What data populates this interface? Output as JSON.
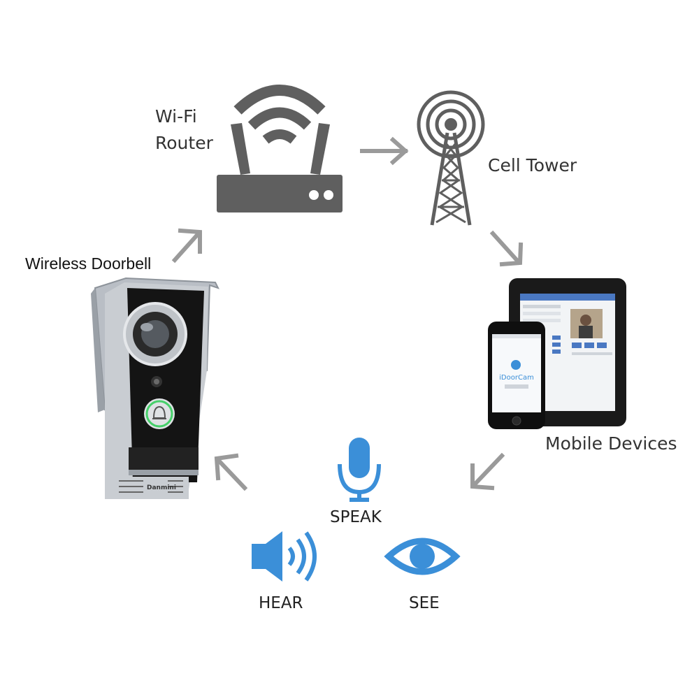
{
  "labels": {
    "router_line1": "Wi-Fi",
    "router_line2": "Router",
    "cell_tower": "Cell Tower",
    "wireless_doorbell": "Wireless Doorbell",
    "mobile_devices": "Mobile Devices",
    "speak": "SPEAK",
    "hear": "HEAR",
    "see": "SEE"
  },
  "brand": {
    "doorbell_logo": "Danmini",
    "app_name": "iDoorCam"
  },
  "colors": {
    "icon_gray": "#5f5f5f",
    "arrow_gray": "#9a9a9a",
    "accent_blue": "#3b8fd8"
  }
}
